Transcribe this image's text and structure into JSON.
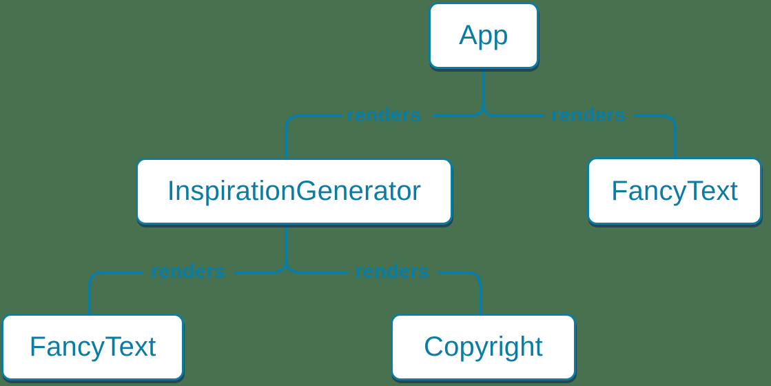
{
  "diagram": {
    "type": "component-render-tree",
    "colors": {
      "background": "#47714f",
      "accent": "#0b7da3",
      "node_fill": "#ffffff"
    },
    "nodes": {
      "app": "App",
      "inspiration_generator": "InspirationGenerator",
      "fancy_text_top": "FancyText",
      "fancy_text_bottom": "FancyText",
      "copyright": "Copyright"
    },
    "edges": {
      "app_to_inspiration_generator": "renders",
      "app_to_fancy_text": "renders",
      "inspiration_generator_to_fancy_text": "renders",
      "inspiration_generator_to_copyright": "renders"
    }
  }
}
